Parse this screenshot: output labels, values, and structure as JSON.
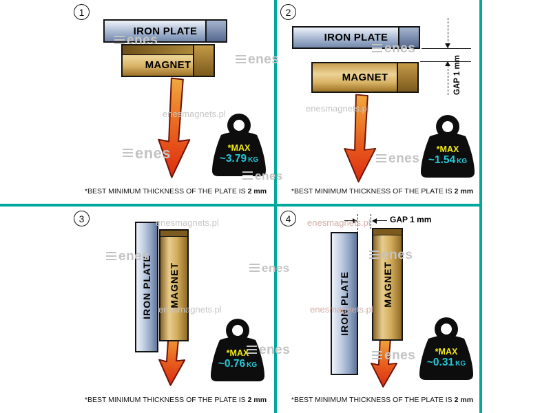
{
  "colors": {
    "divider_teal": "#00a79b",
    "plate_blue": "#96a8c6",
    "magnet_gold": "#d9b366",
    "arrow_red": "#dd2b10",
    "weight_black": "#0d0d0d",
    "max_yellow": "#f2ea16",
    "value_cyan": "#25c9da"
  },
  "watermark": {
    "logo_text": "enes",
    "site_text": "enesmagnets.pl"
  },
  "panels": [
    {
      "number": "1",
      "plate_label": "IRON PLATE",
      "magnet_label": "MAGNET",
      "weight": {
        "max_label": "*MAX",
        "value": "~3.79",
        "unit": "KG"
      },
      "footer": {
        "text": "*BEST MINIMUM THICKNESS OF THE PLATE IS",
        "bold": "2 mm"
      }
    },
    {
      "number": "2",
      "plate_label": "IRON PLATE",
      "magnet_label": "MAGNET",
      "gap_label": "GAP 1 mm",
      "weight": {
        "max_label": "*MAX",
        "value": "~1.54",
        "unit": "KG"
      },
      "footer": {
        "text": "*BEST MINIMUM THICKNESS OF THE PLATE IS",
        "bold": "2 mm"
      }
    },
    {
      "number": "3",
      "plate_label": "IRON PLATE",
      "magnet_label": "MAGNET",
      "weight": {
        "max_label": "*MAX",
        "value": "~0.76",
        "unit": "KG"
      },
      "footer": {
        "text": "*BEST MINIMUM THICKNESS OF THE PLATE IS",
        "bold": "2 mm"
      }
    },
    {
      "number": "4",
      "plate_label": "IRON PLATE",
      "magnet_label": "MAGNET",
      "gap_label": "GAP 1 mm",
      "weight": {
        "max_label": "*MAX",
        "value": "~0.31",
        "unit": "KG"
      },
      "footer": {
        "text": "*BEST MINIMUM THICKNESS OF THE PLATE IS",
        "bold": "2 mm"
      }
    }
  ]
}
